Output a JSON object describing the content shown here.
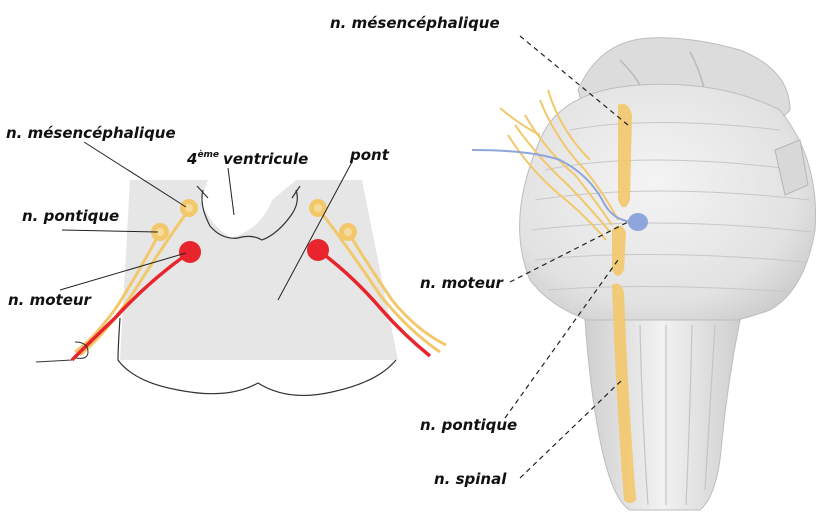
{
  "labels": {
    "left_mesencephalique": "n. mésencéphalique",
    "ventricule_num": "4",
    "ventricule_sup": "ème",
    "ventricule_word": "ventricule",
    "pont": "pont",
    "left_pontique": "n. pontique",
    "left_moteur": "n. moteur",
    "right_mesencephalique": "n. mésencéphalique",
    "right_moteur": "n. moteur",
    "right_pontique": "n. pontique",
    "right_spinal": "n. spinal"
  },
  "colors": {
    "nucleus_yellow": "#f2c86a",
    "nucleus_yellow_light": "#f6dc9c",
    "motor_red": "#e8242c",
    "motor_blue": "#8ea6dc",
    "section_gray": "#e6e6e6",
    "brainstem_light": "#ebebeb",
    "brainstem_shadow": "#c9c9c9"
  },
  "icons": {
    "left": "pons-cross-section",
    "right": "brainstem-dorsal-view"
  }
}
